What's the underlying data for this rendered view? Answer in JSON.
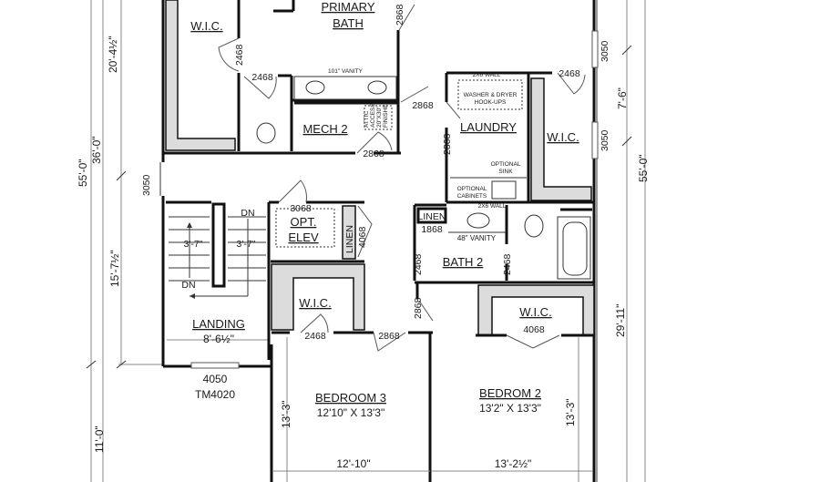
{
  "rooms": {
    "primary_bath": [
      "PRIMARY",
      "BATH"
    ],
    "wic_left": "W.I.C.",
    "mech2": "MECH 2",
    "laundry": "LAUNDRY",
    "wic_right": "W.I.C.",
    "opt_elev": [
      "OPT.",
      "ELEV"
    ],
    "linen_hall": "LINEN",
    "linen_bath": "LINEN",
    "bath2": "BATH 2",
    "wic_bed3": "W.I.C.",
    "wic_bed2": "W.I.C.",
    "landing": "LANDING",
    "landing_dim": "8'-6½\"",
    "bedroom3": "BEDROOM 3",
    "bedroom3_size": "12'10\" X 13'3\"",
    "bedroom2": "BEDROM 2",
    "bedroom2_size": "13'2\" X 13'3\""
  },
  "notes": {
    "vanity_primary": "101\" VANITY",
    "vanity_bath2": "48\" VANITY",
    "attic": [
      "ATTIC",
      "ACCESS",
      "20\"X30\"",
      "FINISHED"
    ],
    "washer_dryer": [
      "WASHER & DRYER",
      "HOOK-UPS"
    ],
    "optional_sink": [
      "OPTIONAL",
      "SINK"
    ],
    "optional_cabinets": [
      "OPTIONAL",
      "CABINETS"
    ],
    "wall_2x6_top": "2X6 WALL",
    "wall_2x6_bottom": "2X6 WALL",
    "stair_dn_top": "DN",
    "stair_dn_bottom": "DN",
    "stair_width_left": "3'-7\"",
    "stair_width_right": "3'-7\"",
    "window_landing": [
      "4050",
      "TM4020"
    ]
  },
  "doors": {
    "wic_left": "2468",
    "wc": "2468",
    "primary_bath_entry": "2868",
    "primary_bath_side": "2868",
    "mech2": "2868",
    "laundry_top": "2468",
    "laundry_side": "2868",
    "elev": "3068",
    "linen_hall": "4068",
    "linen_bath": "1868",
    "bath2_left": "2468",
    "bath2_right": "2468",
    "bed3_hall_vert": "2868",
    "wic_bed3": "2468",
    "bedroom3": "2868",
    "wic_bed2": "4068"
  },
  "windows": {
    "left_hall": "3050",
    "right_top": "3050",
    "right_mid": "3050"
  },
  "dimensions": {
    "left_overall": "55'-0\"",
    "left_36": "36'-0\"",
    "left_20": "20'-4½\"",
    "left_15": "15'-7½\"",
    "left_11": "11'-0\"",
    "right_overall": "55'-0\"",
    "right_7_6": "7'-6\"",
    "right_29_11": "29'-11\"",
    "bed3_height": "13'-3\"",
    "bed3_width": "12'-10\"",
    "bed2_height": "13'-3\"",
    "bed2_width": "13'-2½\""
  }
}
